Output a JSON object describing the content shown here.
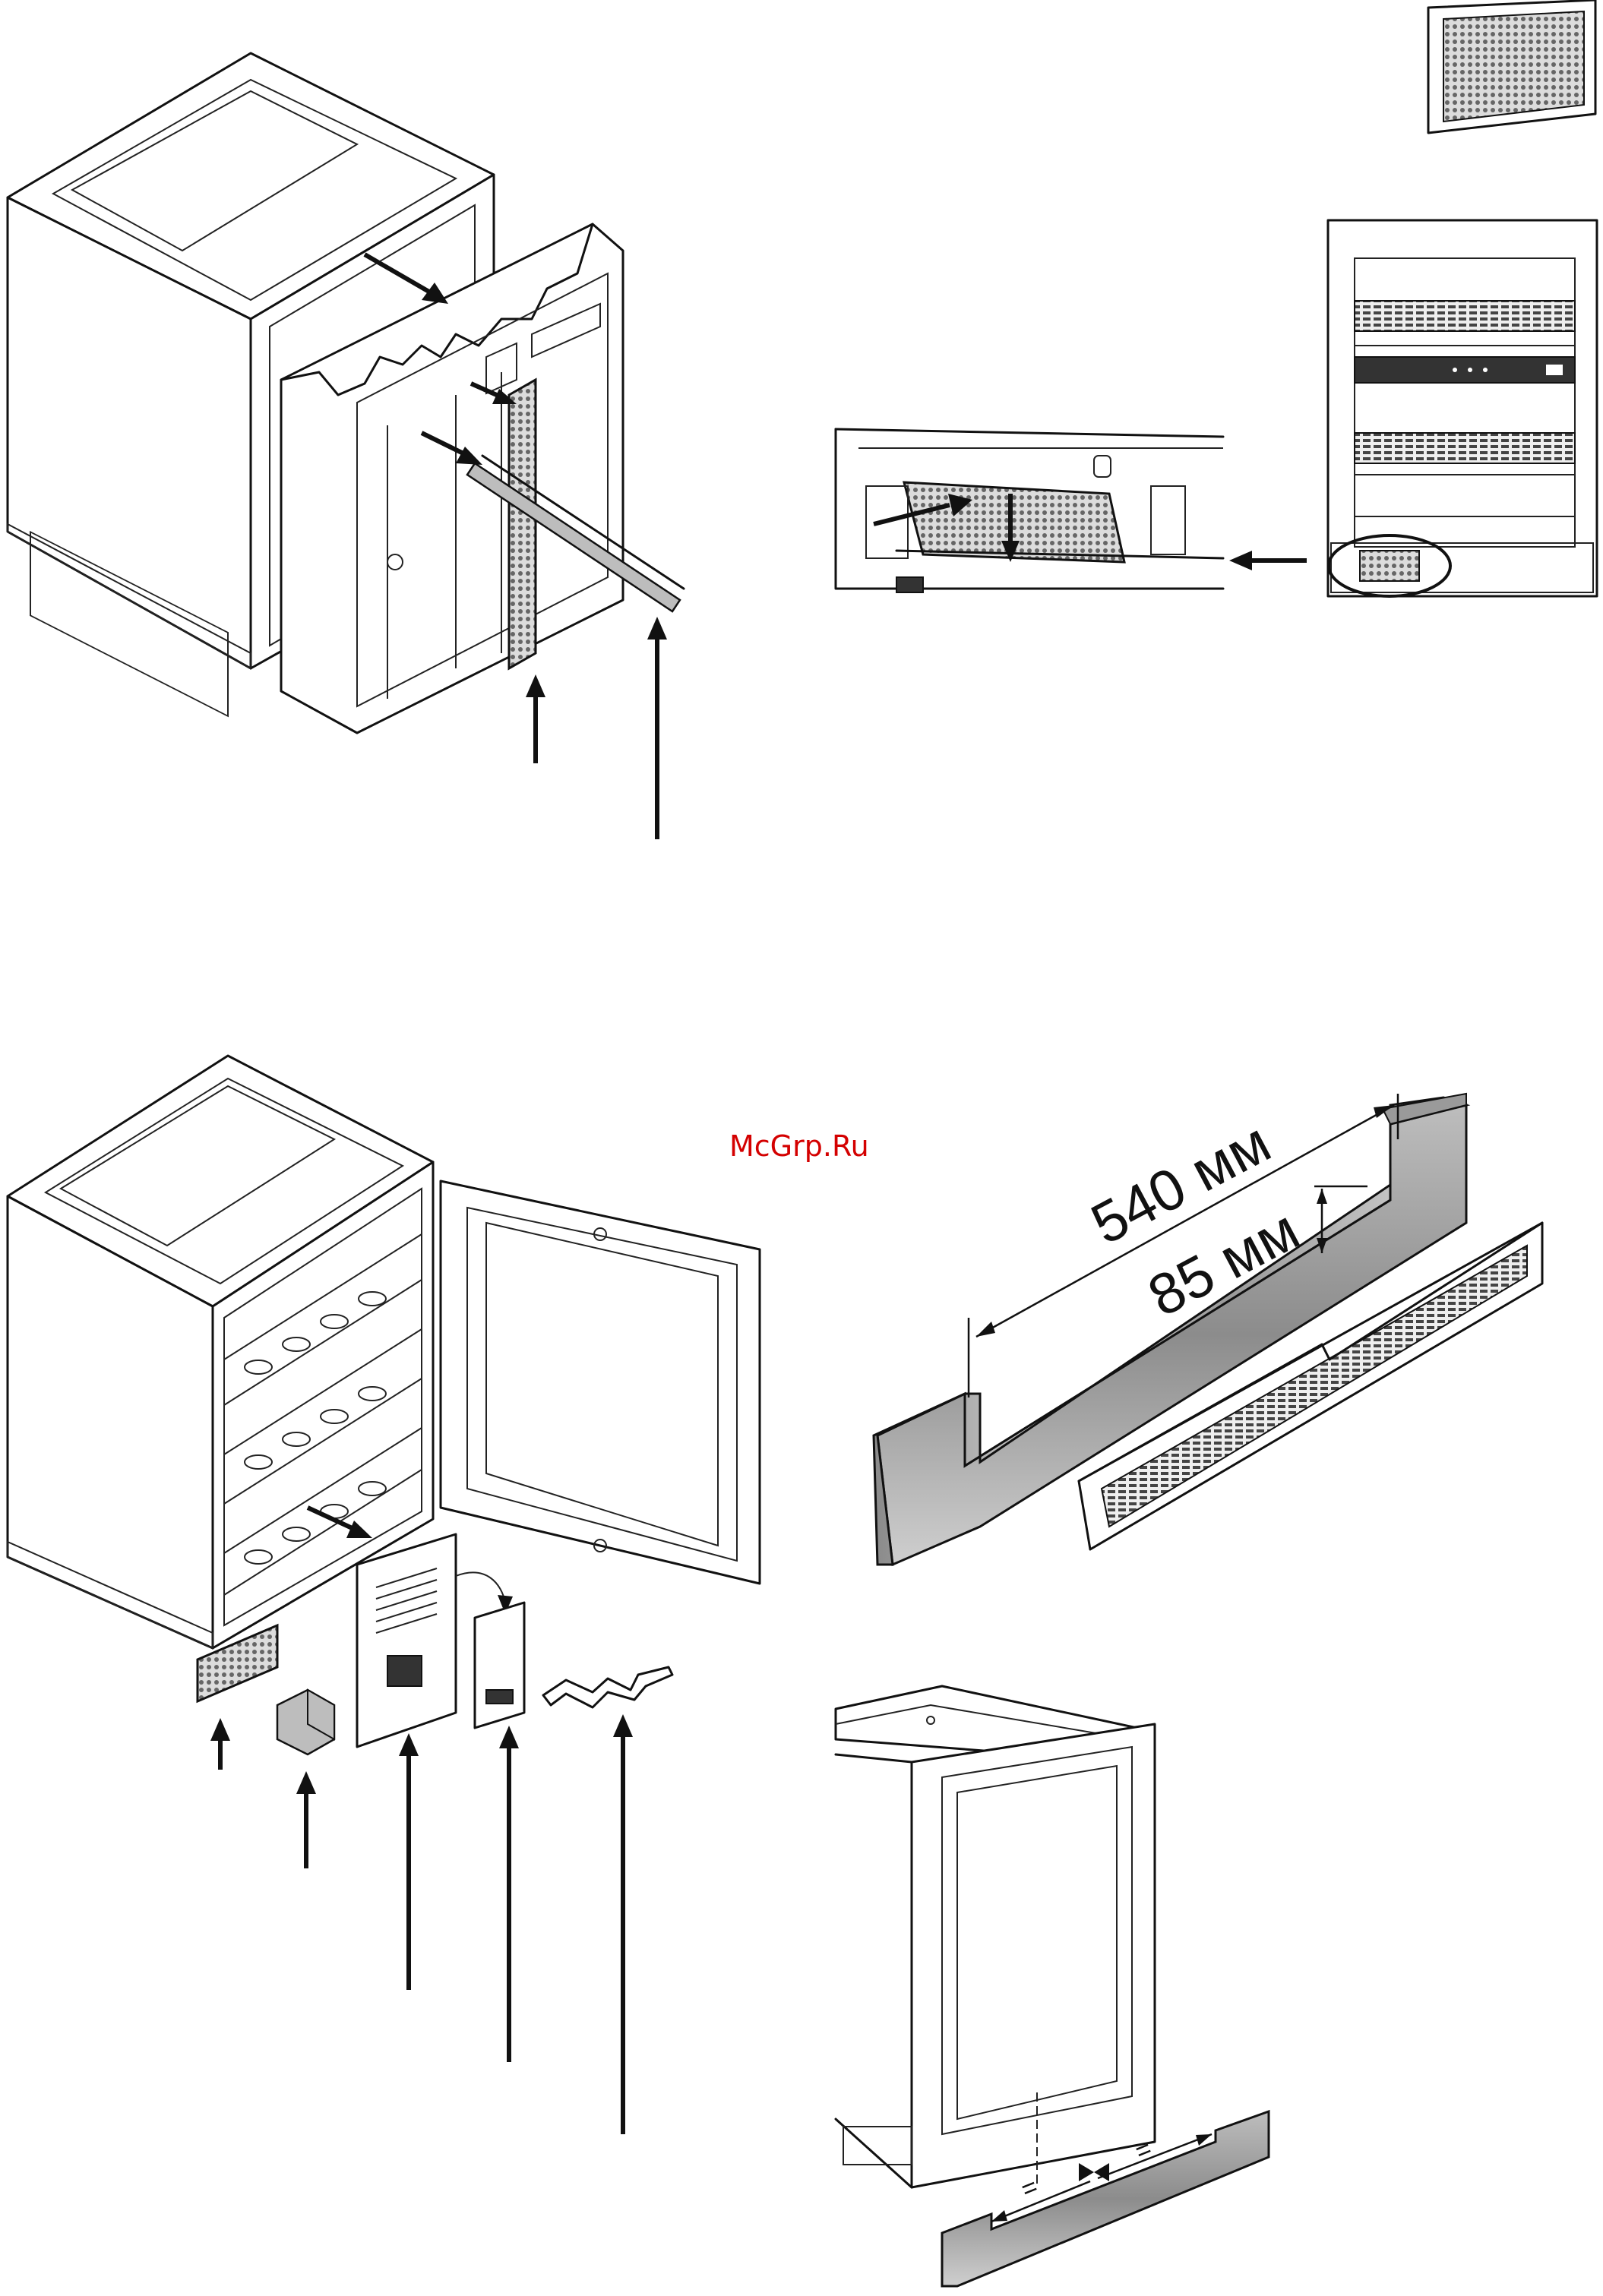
{
  "watermark": "McGrp.Ru",
  "dimensions": {
    "width_label": "540 мм",
    "height_label": "85 мм"
  },
  "equal_marks": {
    "left": "=",
    "right": "="
  },
  "colors": {
    "line": "#111111",
    "shade": "#bdbdbd",
    "watermark": "#d40000"
  }
}
